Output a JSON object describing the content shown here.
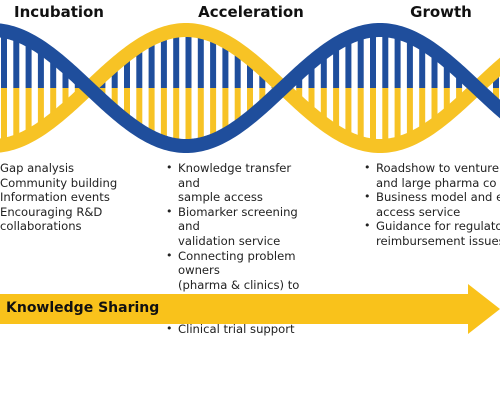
{
  "stages": [
    {
      "title": "Incubation",
      "bullets": [
        "Gap analysis",
        "Community building",
        "Information events",
        "Encouraging R&D\ncollaborations"
      ]
    },
    {
      "title": "Acceleration",
      "bullets": [
        "Knowledge transfer and\nsample access",
        "Biomarker screening and\nvalidation service",
        "Connecting problem owners\n(pharma & clinics) to solution\nproviders (SMEs)",
        "Clinical trial support"
      ]
    },
    {
      "title": "Growth",
      "bullets": [
        "Roadshow to venture\nand large pharma co",
        "Business model and ex\naccess service",
        "Guidance for regulato\nreimbursement issues"
      ]
    }
  ],
  "arrow": {
    "label": "Knowledge Sharing"
  },
  "colors": {
    "blue": "#1f4e9c",
    "yellow": "#f7c325",
    "arrow": "#f9c21b"
  }
}
